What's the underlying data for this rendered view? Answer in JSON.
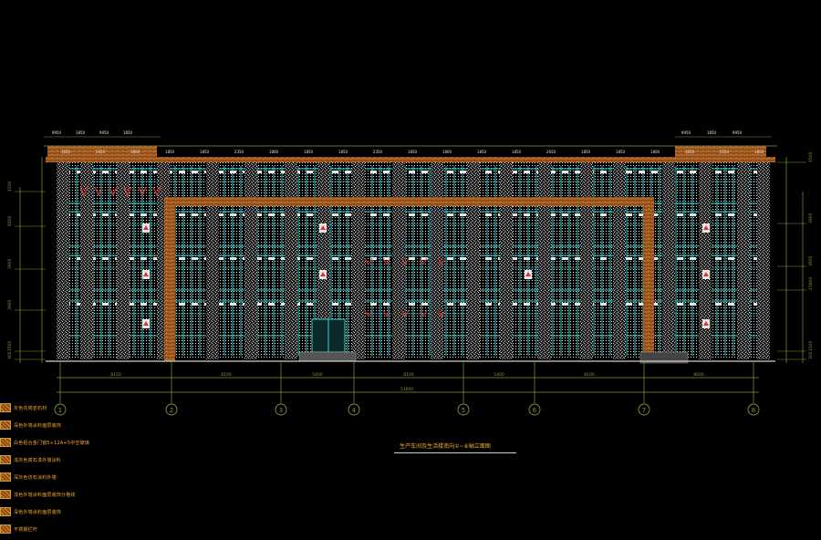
{
  "colors": {
    "background": "#000000",
    "glazing": "#36d0d0",
    "frame": "#d47a2a",
    "stone": "#a8a8a8",
    "dimension": "#7a9a3a",
    "accent": "#e03030",
    "text": "#f0b030"
  },
  "axes": [
    "1",
    "2",
    "3",
    "4",
    "5",
    "6",
    "7",
    "8"
  ],
  "bay_dimensions": [
    "8150",
    "8100",
    "5400",
    "8100",
    "5400",
    "8100",
    "8600"
  ],
  "overall_dimension": "51600",
  "parapet_labels_left": [
    "9950",
    "1850",
    "9950",
    "1850"
  ],
  "parapet_labels_right": [
    "9950",
    "1850",
    "9950"
  ],
  "top_dimension_labels": [
    "1850",
    "2850",
    "1800",
    "1850",
    "1850",
    "2350",
    "1800",
    "1850",
    "1850",
    "2350",
    "1850",
    "1800",
    "1850",
    "1850",
    "2650",
    "1850",
    "1850",
    "1800",
    "1850",
    "2650",
    "1850"
  ],
  "left_elevations": [
    "1500",
    "8100",
    "3900",
    "3900",
    "1500",
    "300"
  ],
  "right_elevations": [
    "1500",
    "3900",
    "3900",
    "15600",
    "1500",
    "300"
  ],
  "caption": "生产车间及生活楼南向①~⑧轴立面图",
  "legend": [
    {
      "text": "灰色花岗岩石材",
      "icon": "hatch-swatch"
    },
    {
      "text": "深色外墙涂料面层装饰",
      "icon": "hatch-swatch"
    },
    {
      "text": "白色铝合金门窗5+12A+5中空玻璃",
      "icon": "hatch-swatch"
    },
    {
      "text": "浅灰色真石漆外墙涂料",
      "icon": "hatch-swatch"
    },
    {
      "text": "深灰色仿石涂料外墙",
      "icon": "hatch-swatch"
    },
    {
      "text": "浅色外墙涂料面层装饰分格线",
      "icon": "hatch-swatch"
    },
    {
      "text": "深色外墙涂料面层装饰",
      "icon": "hatch-swatch"
    },
    {
      "text": "不锈钢栏杆",
      "icon": "hatch-swatch"
    }
  ]
}
